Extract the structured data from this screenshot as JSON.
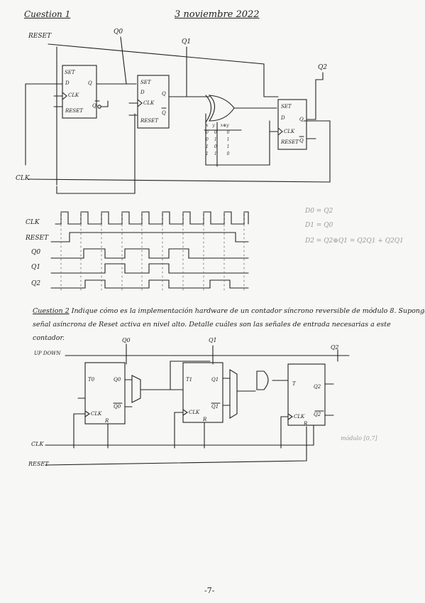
{
  "header": {
    "q1_label": "Cuestion 1",
    "date": "3 noviembre 2022"
  },
  "circuit1": {
    "reset": "RESET",
    "clk": "CLK",
    "q0": "Q0",
    "q1": "Q1",
    "q2": "Q2",
    "ff_set": "SET",
    "ff_d": "D",
    "ff_q": "Q",
    "ff_qn": "Q",
    "ff_clk": "CLK",
    "ff_reset": "RESET",
    "truth_table": {
      "headers": [
        "x",
        "y",
        "x⊕y"
      ],
      "rows": [
        [
          "0",
          "0",
          "0"
        ],
        [
          "0",
          "1",
          "1"
        ],
        [
          "1",
          "0",
          "1"
        ],
        [
          "1",
          "1",
          "0"
        ]
      ]
    }
  },
  "timing": {
    "signals": [
      "CLK",
      "RESET",
      "Q0",
      "Q1",
      "Q2"
    ]
  },
  "equations": {
    "d0": "D0 = Q2",
    "d1": "D1 = Q0",
    "d2": "D2 = Q2⊕Q1 = Q2Q1 + Q2Q1"
  },
  "question2": {
    "label": "Cuestion 2",
    "line1": "Indique cómo es la implementación hardware de un contador síncrono reversible de módulo 8. Suponga una",
    "line2": "señal asíncrona de Reset activa en nivel alto. Detalle cuáles son las señales de entrada necesarias a este",
    "line3": "contador."
  },
  "circuit2": {
    "updown": "UP DOWN",
    "q0": "Q0",
    "q1": "Q1",
    "q2": "Q2",
    "t0": "T0",
    "t1": "T1",
    "t2": "T",
    "out0": "Q0",
    "out0n": "Q0",
    "out1": "Q1",
    "out1n": "Q1",
    "out2": "Q2",
    "out2n": "Q2",
    "clk_pin": "CLK",
    "r_pin": "R",
    "clk": "CLK",
    "reset": "RESET",
    "mod_note": "módulo [0,7]"
  },
  "footer": {
    "page_number": "-7-"
  }
}
